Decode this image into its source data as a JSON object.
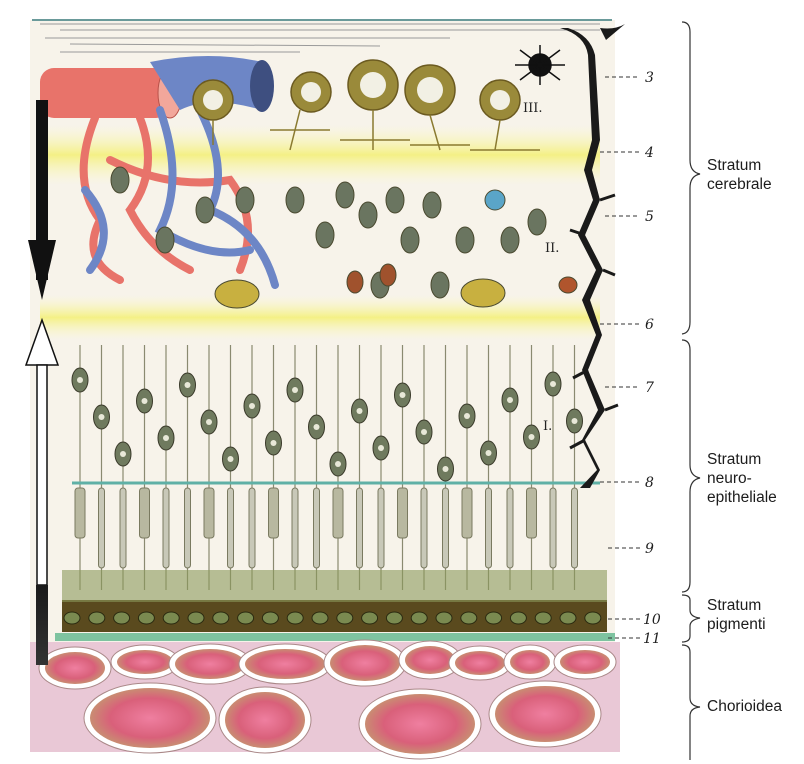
{
  "layer_labels": [
    {
      "text": "Stratum\ncerebrale"
    },
    {
      "text": "Stratum\nneuro-\nepitheliale"
    },
    {
      "text": "Stratum\npigmenti"
    },
    {
      "text": "Chorioidea"
    }
  ],
  "reference_numbers": [
    "3",
    "4",
    "5",
    "6",
    "7",
    "8",
    "9",
    "10",
    "11"
  ],
  "roman_numerals": [
    "III.",
    "II.",
    "I."
  ],
  "colors": {
    "artery": "#e8736a",
    "vein": "#6d86c6",
    "synaptic_band": "#f4f07a",
    "pigment": "#5a4a1e",
    "limiting_membrane": "#5fb0a6",
    "choroid_vessel": "#d9607a",
    "muller_fiber": "#1a1a1a"
  },
  "icons": {
    "light_direction": "hollow-up-arrow-icon",
    "signal_direction": "solid-down-arrow-icon",
    "layer_bracket": "curly-brace-icon"
  }
}
